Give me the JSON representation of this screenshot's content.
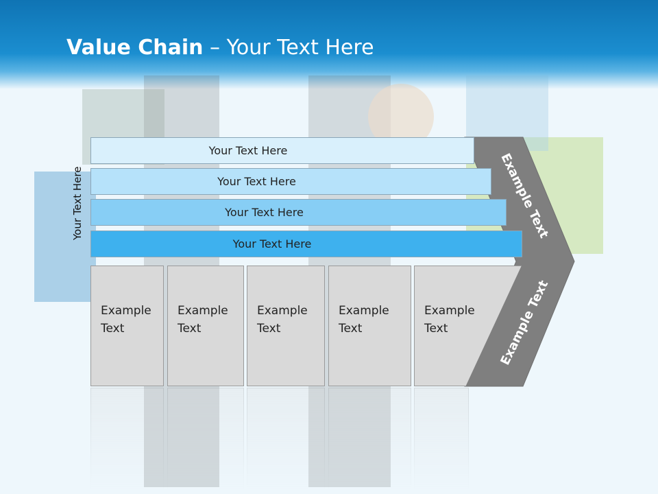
{
  "slide": {
    "title_bold": "Value Chain",
    "title_rest": " – Your Text Here",
    "side_label": "Your Text Here"
  },
  "rows": [
    {
      "label": "Your Text Here",
      "color": "#d9f0fc"
    },
    {
      "label": "Your Text Here",
      "color": "#b6e2fa"
    },
    {
      "label": "Your Text Here",
      "color": "#87cef5"
    },
    {
      "label": "Your Text Here",
      "color": "#3eb1ee"
    }
  ],
  "columns": [
    {
      "line1": "Example",
      "line2": "Text"
    },
    {
      "line1": "Example",
      "line2": "Text"
    },
    {
      "line1": "Example",
      "line2": "Text"
    },
    {
      "line1": "Example",
      "line2": "Text"
    },
    {
      "line1": "Example",
      "line2": "Text"
    }
  ],
  "arrow": {
    "upper_label": "Example Text",
    "lower_label": "Example Text",
    "color": "#7f7f7f"
  }
}
